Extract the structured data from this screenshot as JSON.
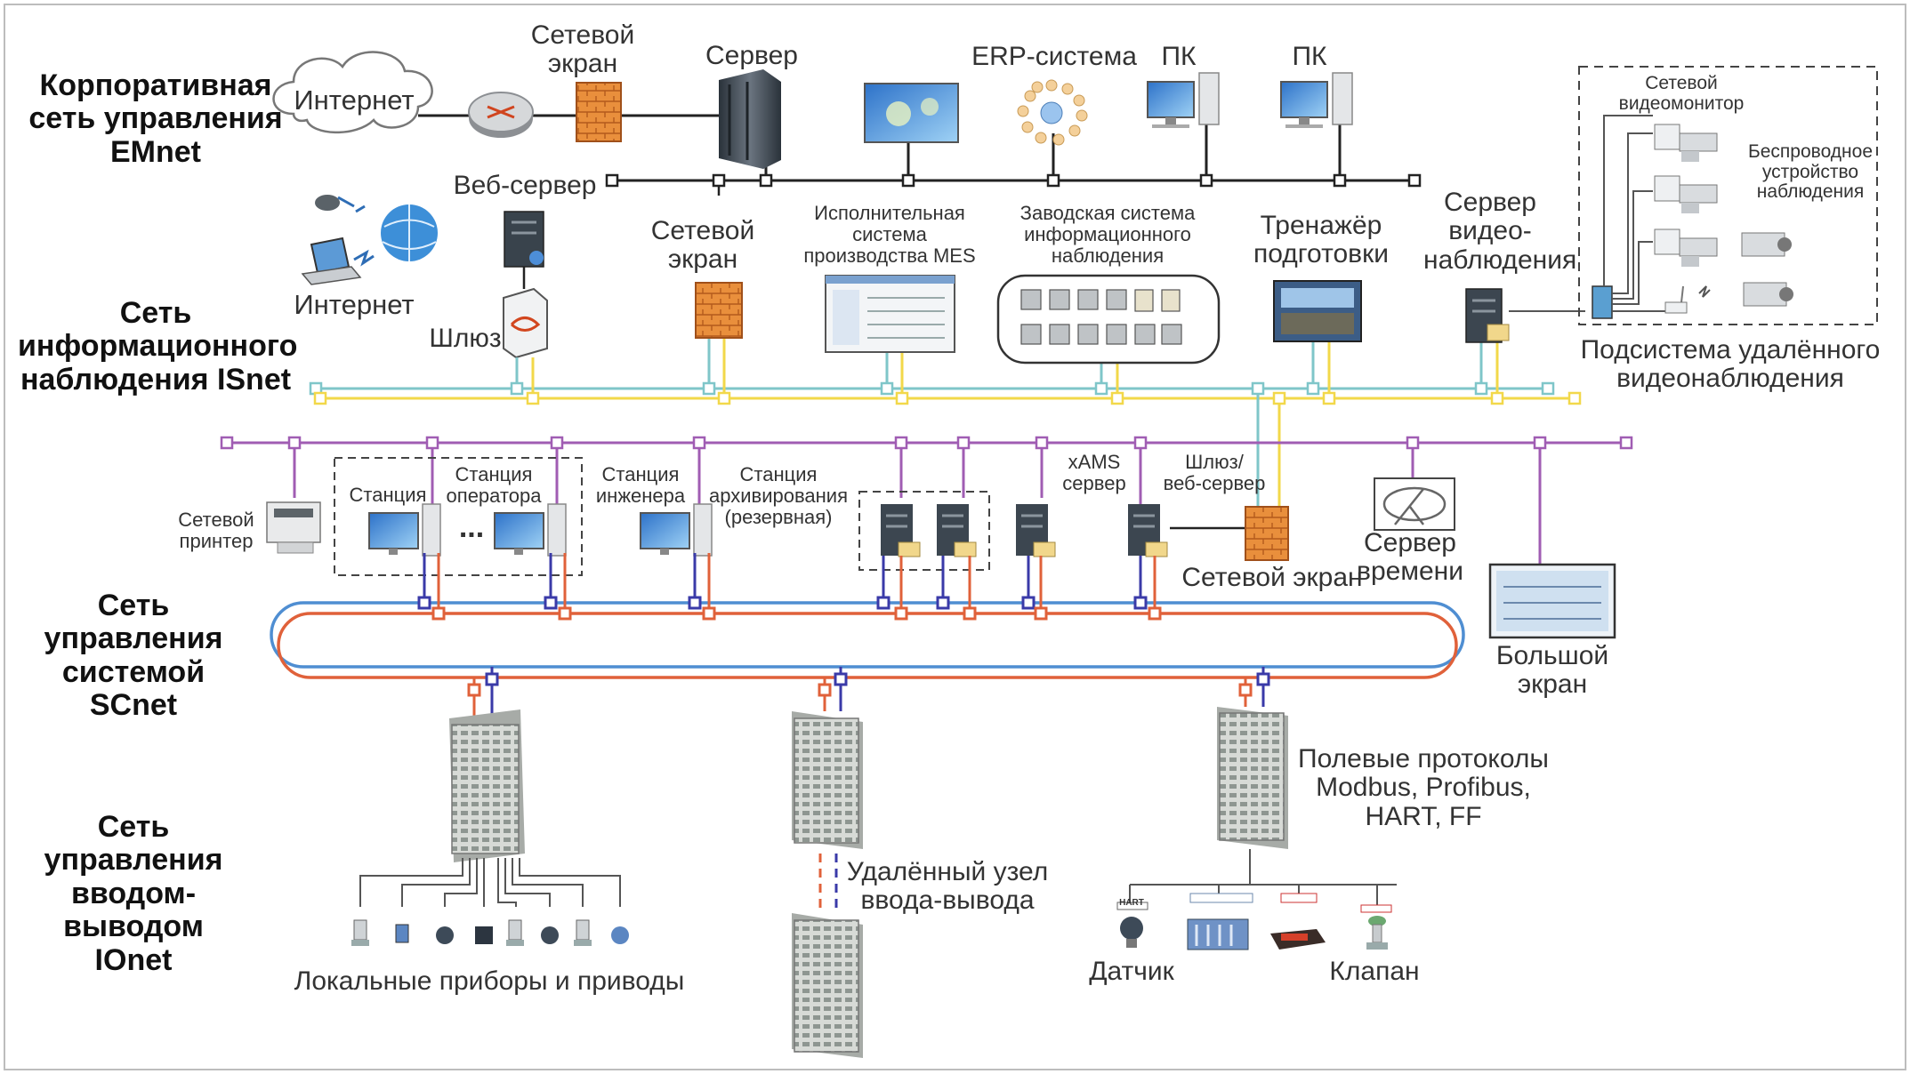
{
  "sections": {
    "emnet": "Корпоративная\nсеть управления\nEMnet",
    "isnet": "Сеть\nинформационного\nнаблюдения ISnet",
    "scnet": "Сеть\nуправления\nсистемой SCnet",
    "ionet": "Сеть\nуправления\nвводом-выводом\nIOnet"
  },
  "labels": {
    "internet_top": "Интернет",
    "firewall_top": "Сетевой\nэкран",
    "server": "Сервер",
    "erp": "ERP-система",
    "pc1": "ПК",
    "pc2": "ПК",
    "web_server": "Веб-сервер",
    "internet_left": "Интернет",
    "gateway": "Шлюз",
    "firewall_isnet": "Сетевой\nэкран",
    "mes": "Исполнительная\nсистема\nпроизводства MES",
    "plant_info": "Заводская система\nинформационного\nнаблюдения",
    "trainer": "Тренажёр\nподготовки",
    "video_server": "Сервер\nвидео-\nнаблюдения",
    "video_monitor": "Сетевой\nвидеомонитор",
    "wireless": "Беспроводное\nустройство\nнаблюдения",
    "video_subsystem": "Подсистема удалённого\nвидеонаблюдения",
    "printer": "Сетевой\nпринтер",
    "station": "Станция",
    "operator_station": "Станция\nоператора",
    "dots": "...",
    "engineer_station": "Станция\nинженера",
    "archive_station": "Станция\nархивирования\n(резервная)",
    "xams": "xAMS\nсервер",
    "gw_web": "Шлюз/\nвеб-сервер",
    "firewall_mid": "Сетевой экран",
    "time_server": "Сервер времени",
    "big_screen": "Большой\nэкран",
    "field_protocols": "Полевые протоколы\nModbus, Profibus,\nHART, FF",
    "remote_io": "Удалённый узел\nввода-вывода",
    "local_devices": "Локальные приборы и приводы",
    "sensor": "Датчик",
    "valve": "Клапан",
    "hart_tag": "HART"
  },
  "colors": {
    "emnet_line": "#222222",
    "isnet_cyan": "#7fc6c9",
    "isnet_yellow": "#f2d84a",
    "scnet_purple": "#a05db3",
    "ring_blue": "#4f8ed2",
    "ring_red": "#e0613a",
    "io_blue": "#3a3aa8",
    "firewall": "#e8893a",
    "server_dark": "#3c4650",
    "cabinet": "#c9ccc8"
  },
  "icons": [
    "cloud-icon",
    "router-icon",
    "firewall-icon",
    "server-rack-icon",
    "monitor-icon",
    "erp-cluster-icon",
    "pc-icon",
    "globe-icon",
    "laptop-icon",
    "satellite-icon",
    "gateway-icon",
    "camera-icon",
    "printer-icon",
    "cabinet-icon",
    "time-antenna-icon",
    "sensor-icon",
    "valve-icon",
    "plc-rack-icon"
  ]
}
